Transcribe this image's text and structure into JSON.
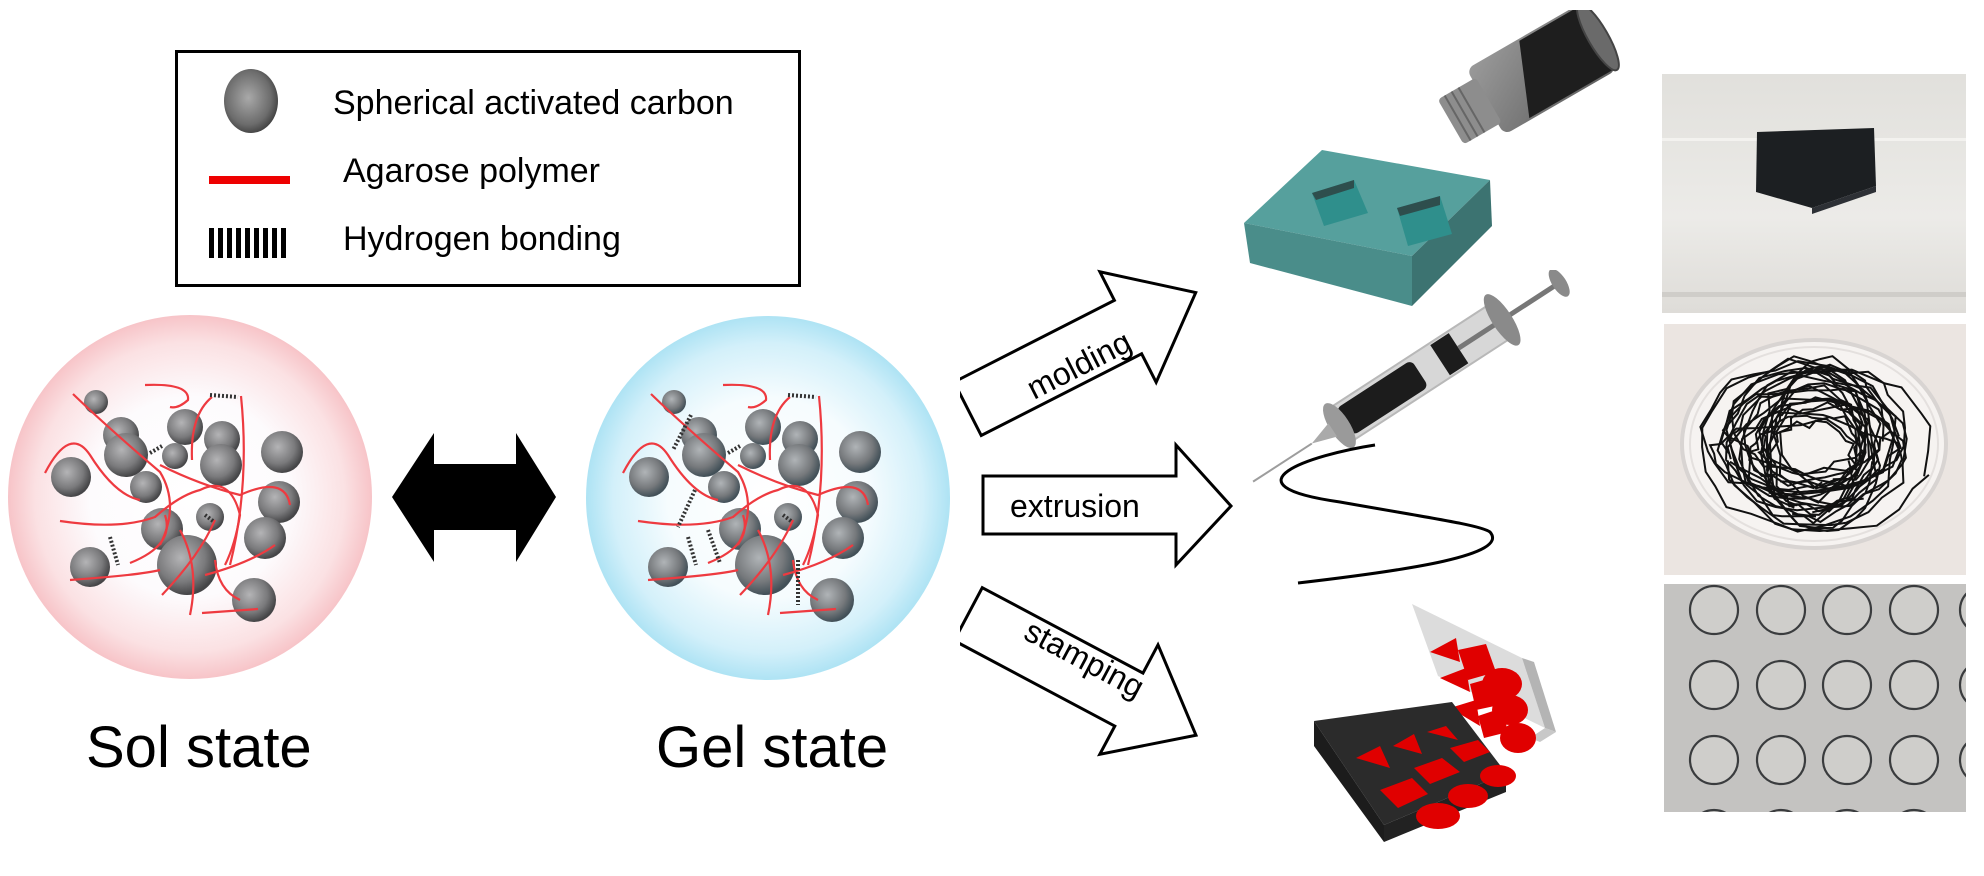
{
  "legend": {
    "items": [
      {
        "label": "Spherical activated carbon",
        "symbol": "gray-sphere"
      },
      {
        "label": "Agarose polymer",
        "symbol": "red-line",
        "color": "#ee1c1c"
      },
      {
        "label": "Hydrogen bonding",
        "symbol": "dashed-bars"
      }
    ]
  },
  "states": {
    "sol": {
      "label": "Sol state",
      "halo_color": "#f7c4c8"
    },
    "gel": {
      "label": "Gel state",
      "halo_color": "#aee3f4"
    }
  },
  "transition": {
    "symbol": "double-headed-arrow"
  },
  "processes": [
    {
      "label": "molding",
      "result": "cube-block"
    },
    {
      "label": "extrusion",
      "result": "fiber-tangle"
    },
    {
      "label": "stamping",
      "result": "micro-well-array"
    }
  ],
  "colors": {
    "polymer": "#ee3a40",
    "mold": "#4f9c99",
    "stamp_pattern": "#e00000",
    "stamp_base": "#2a2a2a"
  }
}
